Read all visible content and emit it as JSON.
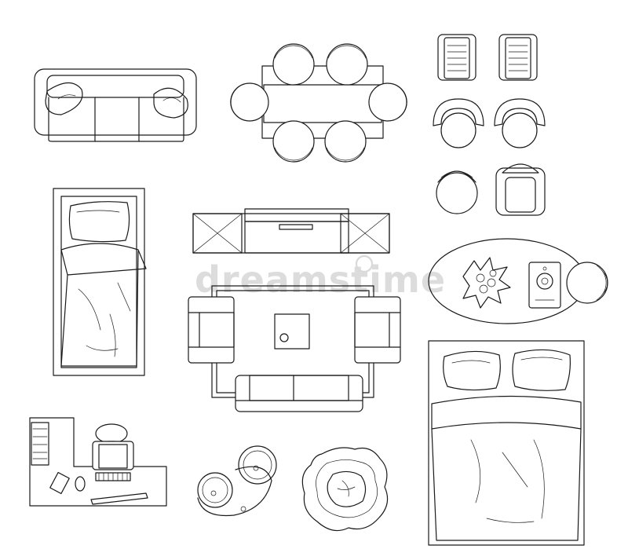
{
  "watermark": {
    "text": "dreamstime"
  },
  "furniture": [
    {
      "name": "three-seat-sofa"
    },
    {
      "name": "dining-table-six-chairs"
    },
    {
      "name": "armchair-pair-top"
    },
    {
      "name": "round-chair-pair"
    },
    {
      "name": "tub-chair-pair"
    },
    {
      "name": "single-bed"
    },
    {
      "name": "tv-media-console"
    },
    {
      "name": "oval-coffee-table"
    },
    {
      "name": "living-room-set-with-rug"
    },
    {
      "name": "double-bed"
    },
    {
      "name": "office-desk"
    },
    {
      "name": "round-side-tables"
    },
    {
      "name": "potted-plant"
    }
  ]
}
